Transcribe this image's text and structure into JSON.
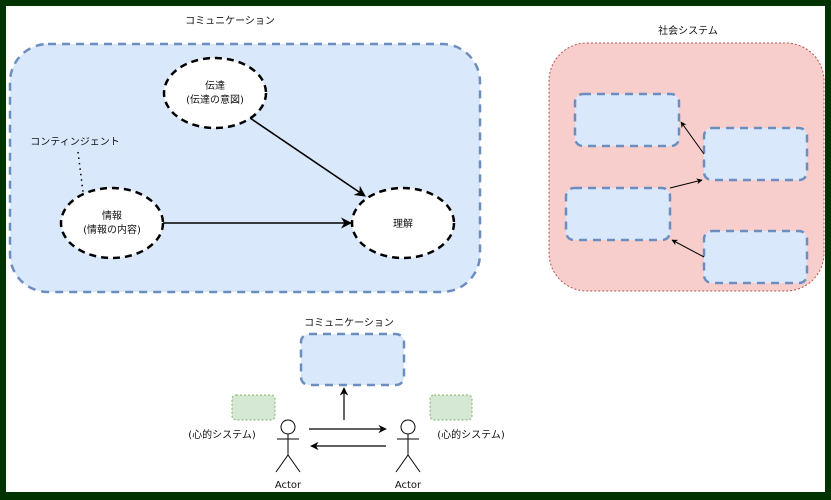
{
  "colors": {
    "frame": "#003300",
    "container_blue_fill": "#dae8fc",
    "container_blue_stroke": "#6c8ebf",
    "container_red_fill": "#f8cecc",
    "container_red_stroke": "#b85450",
    "green_fill": "#d5e8d4",
    "green_stroke": "#82b366"
  },
  "communication_group": {
    "title": "コミュニケーション",
    "annotation": "コンティンジェント",
    "nodes": {
      "transmission": {
        "line1": "伝達",
        "line2": "(伝達の意図)"
      },
      "information": {
        "line1": "情報",
        "line2": "(情報の内容)"
      },
      "understanding": {
        "line1": "理解"
      }
    }
  },
  "social_system": {
    "title": "社会システム"
  },
  "actors_diagram": {
    "communication_label": "コミュニケーション",
    "left_actor": {
      "name": "Actor",
      "system_label": "(心的システム)"
    },
    "right_actor": {
      "name": "Actor",
      "system_label": "(心的システム)"
    }
  }
}
